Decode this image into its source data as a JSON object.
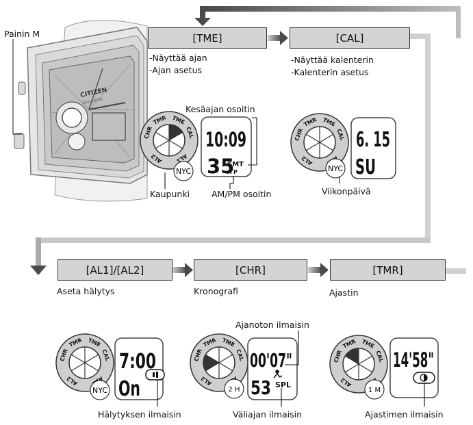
{
  "watch": {
    "button_label": "Painin M",
    "brand": "CITIZEN",
    "brand_sub": "Eco-Drive"
  },
  "modes": {
    "tme": {
      "label": "[TME]",
      "notes": [
        "-Näyttää ajan",
        "-Ajan asetus"
      ]
    },
    "cal": {
      "label": "[CAL]",
      "notes": [
        "-Näyttää kalenterin",
        "-Kalenterin asetus"
      ]
    },
    "al": {
      "label": "[AL1]/[AL2]",
      "caption": "Aseta hälytys"
    },
    "chr": {
      "label": "[CHR]",
      "caption": "Kronografi"
    },
    "tmr": {
      "label": "[TMR]",
      "caption": "Ajastin"
    }
  },
  "dial": {
    "labels": [
      "TMR",
      "TME",
      "CAL",
      "AL1",
      "AL2",
      "CHR"
    ]
  },
  "displays": {
    "tme": {
      "top": "10:09",
      "bottom": "35",
      "smt": "SMT",
      "ampm": "A P",
      "city": "NYC",
      "label_dst": "Kesäajan osoitin",
      "label_city": "Kaupunki",
      "label_ampm": "AM/PM osoitin"
    },
    "cal": {
      "top": "6. 15",
      "bottom": "SU",
      "city": "NYC",
      "label_weekday": "Viikonpäivä"
    },
    "al": {
      "top": "7:00",
      "bottom": "On",
      "city": "NYC",
      "label_indicator": "Hälytyksen ilmaisin"
    },
    "chr": {
      "top": "00'07\"",
      "bottom": "53",
      "spl": "SPL",
      "city": "2 H",
      "label_timing": "Ajanoton ilmaisin",
      "label_split": "Väliajan ilmaisin"
    },
    "tmr": {
      "top": "14'58\"",
      "city": "1 M",
      "label_indicator": "Ajastimen ilmaisin"
    }
  }
}
